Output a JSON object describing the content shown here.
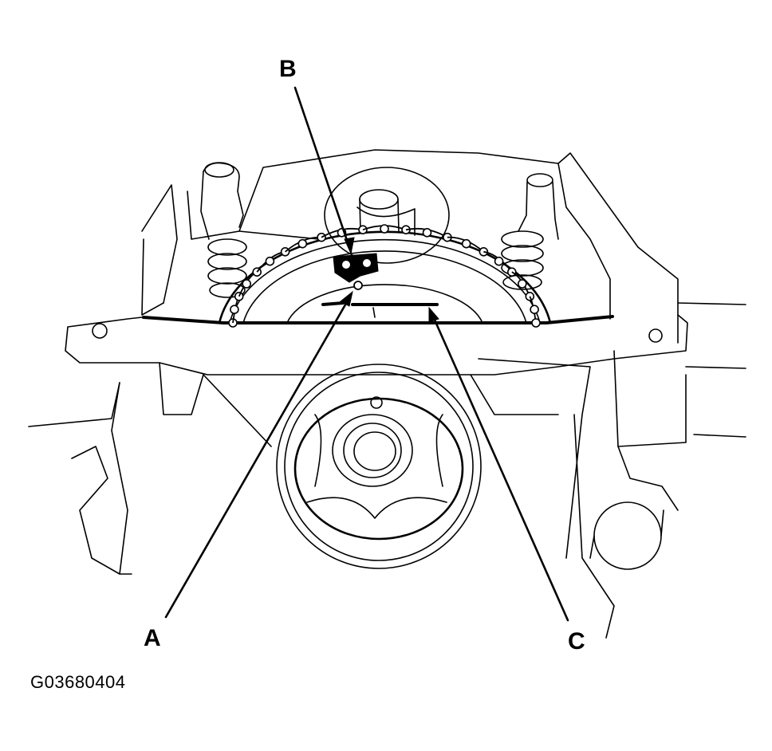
{
  "figure": {
    "code": "G03680404"
  },
  "callouts": {
    "a": "A",
    "b": "B",
    "c": "C"
  },
  "colors": {
    "line": "#000000",
    "background": "#ffffff"
  }
}
